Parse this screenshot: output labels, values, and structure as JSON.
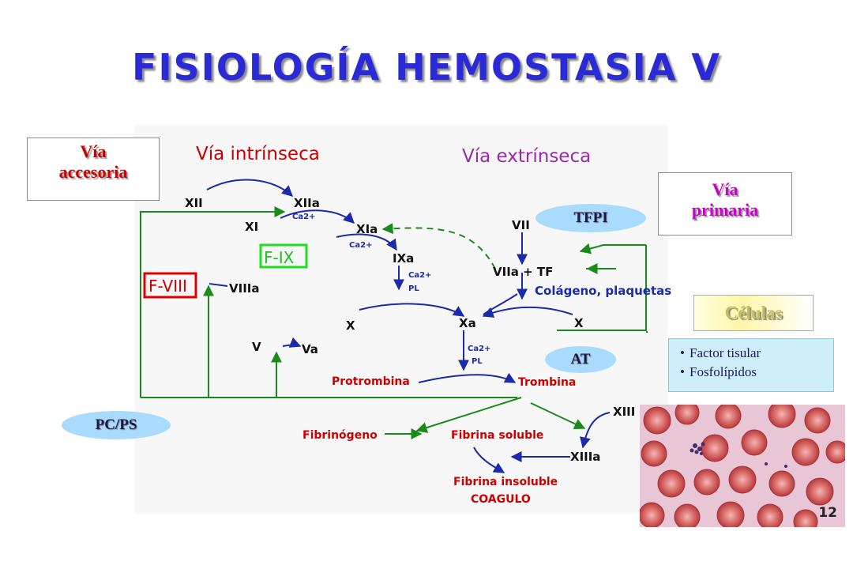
{
  "title": "FISIOLOGÍA HEMOSTASIA V",
  "boxes": {
    "accesoria": [
      "Vía",
      "accesoria"
    ],
    "primaria": [
      "Vía",
      "primaria"
    ],
    "celulas": "Células"
  },
  "pills": {
    "tfpi": "TFPI",
    "at": "AT",
    "pcps": "PC/PS"
  },
  "cells_list": [
    "Factor tisular",
    "Fosfolípidos"
  ],
  "diagram": {
    "intrinsic_title": "Vía intrínseca",
    "extrinsic_title": "Vía extrínseca",
    "xii": "XII",
    "xiia": "XIIa",
    "xi": "XI",
    "xia": "XIa",
    "ca1": "Ca2+",
    "ca2": "Ca2+",
    "ca3": "Ca2+",
    "ca4": "Ca2+",
    "pl1": "PL",
    "pl2": "PL",
    "fix": "F-IX",
    "ixa": "IXa",
    "fviii": "F-VIII",
    "viiia": "VIIIa",
    "vii": "VII",
    "viia_tf": "VIIa + TF",
    "colageno": "Colágeno, plaquetas",
    "x_left": "X",
    "xa": "Xa",
    "x_right": "X",
    "v": "V",
    "va": "Va",
    "protrombina": "Protrombina",
    "trombina": "Trombina",
    "xiii": "XIII",
    "xiiia": "XIIIa",
    "fibrinogeno": "Fibrinógeno",
    "fibrina_soluble": "Fibrina soluble",
    "fibrina_insoluble": "Fibrina insoluble",
    "coagulo": "COAGULO"
  },
  "photo_number": "12",
  "colors": {
    "title": "#2a2ad6",
    "accesoria": "#cc0000",
    "primaria": "#cc00cc",
    "green_lines": "#1a8a1a",
    "blue_arrows": "#1a2aa8",
    "red_text": "#cc0000",
    "pill": "#a9dbff"
  }
}
